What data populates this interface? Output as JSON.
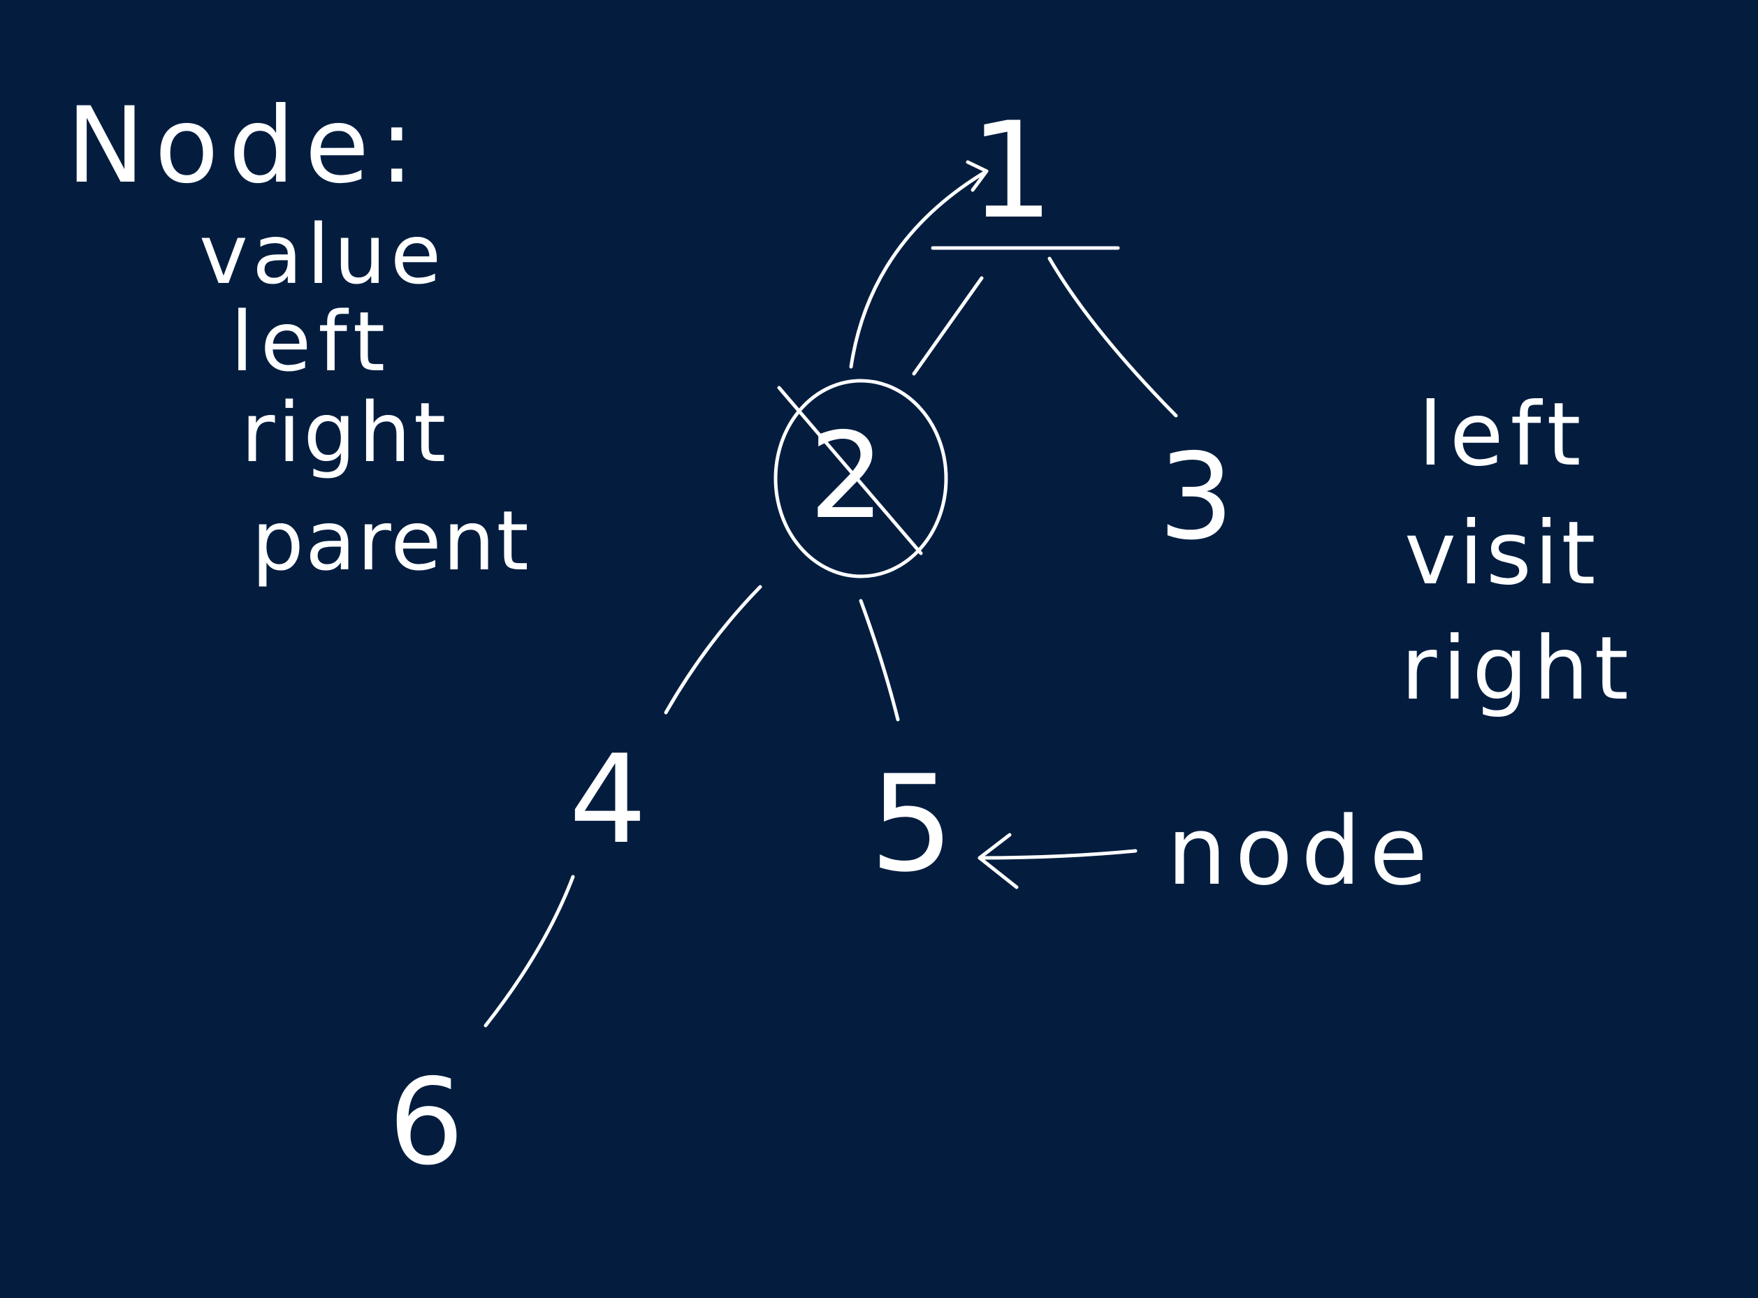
{
  "colors": {
    "background": "#041d3f",
    "ink": "#ffffff"
  },
  "node_struct": {
    "title": "Node:",
    "fields": [
      "value",
      "left",
      "right",
      "parent"
    ]
  },
  "traversal_order": {
    "steps": [
      "left",
      "visit",
      "right"
    ]
  },
  "tree": {
    "nodes": [
      "1",
      "2",
      "3",
      "4",
      "5",
      "6"
    ],
    "edges": [
      [
        "1",
        "2"
      ],
      [
        "1",
        "3"
      ],
      [
        "2",
        "4"
      ],
      [
        "2",
        "5"
      ],
      [
        "4",
        "6"
      ]
    ],
    "visited_node": "2",
    "current_node": "5"
  },
  "pointer": {
    "label": "node"
  }
}
